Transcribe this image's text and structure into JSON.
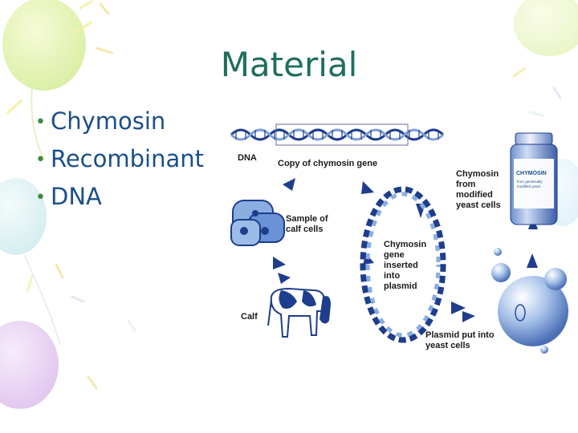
{
  "slide": {
    "title": "Material",
    "bullets": [
      "Chymosin",
      "Recombinant",
      "DNA"
    ]
  },
  "diagram": {
    "labels": {
      "dna": "DNA",
      "copy_gene": "Copy of chymosin gene",
      "chymosin_from": [
        "Chymosin",
        "from",
        "modified",
        "yeast cells"
      ],
      "sample": [
        "Sample of",
        "calf cells"
      ],
      "gene_inserted": [
        "Chymosin",
        "gene",
        "inserted",
        "into",
        "plasmid"
      ],
      "calf": "Calf",
      "plasmid_put": [
        "Plasmid put into",
        "yeast cells"
      ],
      "jar_label": "CHYMOSIN",
      "jar_sub": [
        "from genetically",
        "modified yeast"
      ]
    }
  },
  "colors": {
    "title": "#1f6e5e",
    "bullet_text": "#1a4f8a",
    "bullet_dot": "#3e8a3e",
    "diagram_blue": "#1e3d8c",
    "light_blue": "#8aaee0"
  },
  "icons": [
    "bullet-dot-icon",
    "arrow-icon",
    "dna-helix-icon",
    "cow-icon",
    "jar-icon"
  ]
}
